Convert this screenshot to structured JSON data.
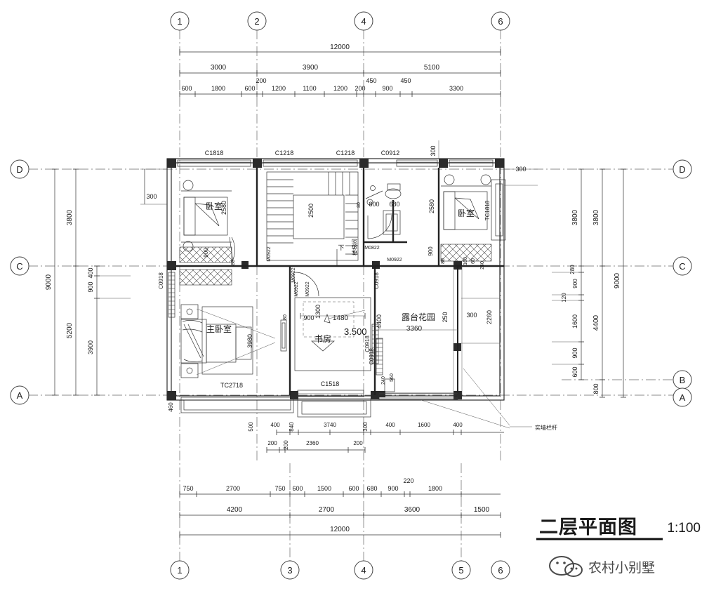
{
  "drawing": {
    "title": "二层平面图",
    "scale": "1:100",
    "watermark": "农村小别墅",
    "overall_width": "12000",
    "overall_depth": "9000"
  },
  "grid_bubbles": {
    "top": [
      "1",
      "2",
      "4",
      "6"
    ],
    "bottom": [
      "1",
      "3",
      "4",
      "5",
      "6"
    ],
    "left": [
      "D",
      "C",
      "A"
    ],
    "right": [
      "D",
      "C",
      "B",
      "A"
    ]
  },
  "dimensions": {
    "top_chain_overall": "12000",
    "top_chain_major": [
      "3000",
      "3900",
      "5100"
    ],
    "top_chain_minor": [
      "600",
      "1800",
      "600",
      "200",
      "1200",
      "1100",
      "1200",
      "200",
      "450",
      "900",
      "450",
      "3300"
    ],
    "bottom_chain_overall": "12000",
    "bottom_chain_major": [
      "4200",
      "2700",
      "3600",
      "1500"
    ],
    "bottom_chain_minor": [
      "750",
      "2700",
      "750",
      "600",
      "1500",
      "600",
      "680",
      "900",
      "220",
      "1800"
    ],
    "bottom_inner": [
      "500",
      "400",
      "840",
      "3740",
      "300",
      "400",
      "1600",
      "400"
    ],
    "bottom_inner2": [
      "200",
      "200",
      "2360",
      "200"
    ],
    "left_chain_overall": "9000",
    "left_chain_major": [
      "3800",
      "5200"
    ],
    "left_chain_minor": [
      "400",
      "900",
      "3900"
    ],
    "right_chain_overall": "9000",
    "right_chain_major": [
      "3800",
      "4400",
      "800"
    ],
    "right_chain_minor": [
      "3800",
      "280",
      "900",
      "120",
      "1600",
      "900",
      "600"
    ],
    "interior": [
      "300",
      "300",
      "300",
      "460",
      "2580",
      "2580",
      "900",
      "900",
      "80",
      "80",
      "2500",
      "1300",
      "800",
      "680",
      "3980",
      "1480",
      "900",
      "4400",
      "2260",
      "240",
      "250",
      "160",
      "60",
      "560",
      "3360"
    ]
  },
  "rooms": [
    {
      "name": "卧室",
      "dim": "2580"
    },
    {
      "name": "卧室",
      "dim": "2580"
    },
    {
      "name": "主卧室",
      "dim": "3980"
    },
    {
      "name": "书房",
      "dim": "1480"
    },
    {
      "name": "露台花园",
      "dim": "3360"
    }
  ],
  "labels": {
    "level_mark": "3.500",
    "stair_down": "下",
    "corridor": "楼梯间",
    "railing_note": "实墙栏杆"
  },
  "openings": {
    "windows": [
      "C1818",
      "C1218",
      "C1218",
      "C0912",
      "C0918",
      "C0918",
      "C0918",
      "C0918",
      "C1518",
      "TC1818",
      "TC2718"
    ],
    "doors": [
      "M0922",
      "M0922",
      "M0922",
      "M0922",
      "M0822"
    ]
  }
}
